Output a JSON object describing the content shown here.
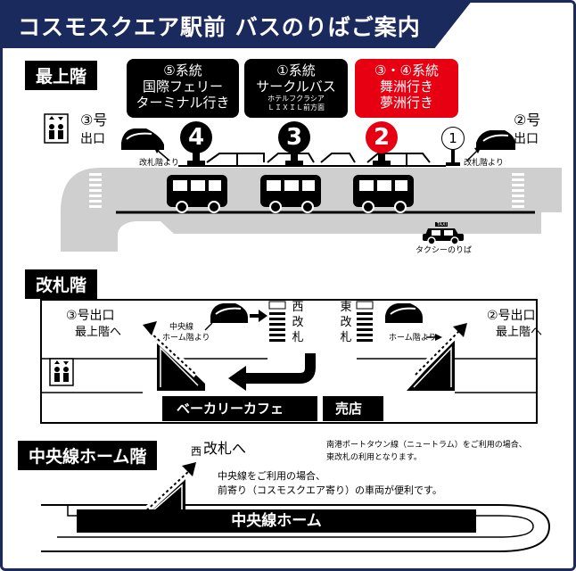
{
  "title": "コスモスクエア駅前 バスのりばご案内",
  "colors": {
    "navy": "#1b2a5c",
    "red": "#e60012",
    "road": "#cfcfcf"
  },
  "sections": {
    "top": "最上階",
    "gate": "改札階",
    "platform": "中央線ホーム階"
  },
  "routes": [
    {
      "line1": "⑤系統",
      "line2": "国際フェリー",
      "line3": "ターミナル行き",
      "color": "#000000"
    },
    {
      "line1": "①系統",
      "line2": "サークルバス",
      "line3": "ホテルフクラシア",
      "line4": "ＬＩＸＩＬ前方面",
      "color": "#000000"
    },
    {
      "line1": "③・④系統",
      "line2": "舞洲行き",
      "line3": "夢洲行き",
      "color": "#e60012"
    }
  ],
  "stops": [
    "4",
    "3",
    "2",
    "1"
  ],
  "top_floor": {
    "exit3_a": "③号",
    "exit3_b": "出口",
    "exit2_a": "②号",
    "exit2_b": "出口",
    "from_gate_left": "改札階より",
    "from_gate_right": "改札階より",
    "taxi": "タクシーのりば",
    "taxi_sign": "TAXI"
  },
  "gate_floor": {
    "exit3": "③号出口",
    "exit3_up": "最上階へ",
    "exit2": "②号出口",
    "exit2_up": "最上階へ",
    "from_center_1": "中央線",
    "from_center_2": "ホーム階より",
    "from_home_right": "ホーム階より",
    "west_gate": [
      "西",
      "改",
      "札"
    ],
    "east_gate": [
      "東",
      "改",
      "札"
    ],
    "bakery": "ベーカリーカフェ",
    "shop": "売店"
  },
  "platform_floor": {
    "to_west_gate_prefix": "西",
    "to_west_gate": "改札へ",
    "note_nanko_1": "南港ポートタウン線（ニュートラム）をご利用の場合、",
    "note_nanko_2": "東改札の利用となります。",
    "note_center_1": "中央線をご利用の場合、",
    "note_center_2": "前寄り（コスモスクエア寄り）の車両が便利です。",
    "platform_name": "中央線ホーム"
  }
}
